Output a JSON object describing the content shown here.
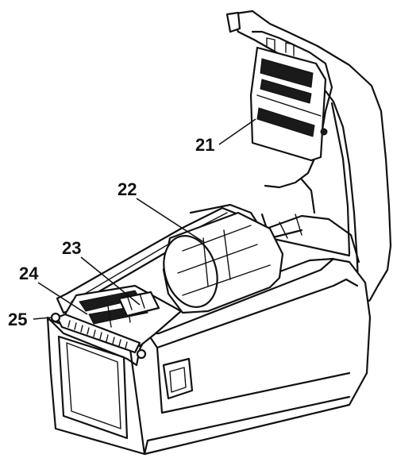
{
  "figure": {
    "callouts": [
      {
        "id": "21",
        "label": "21"
      },
      {
        "id": "22",
        "label": "22"
      },
      {
        "id": "23",
        "label": "23"
      },
      {
        "id": "24",
        "label": "24"
      },
      {
        "id": "25",
        "label": "25"
      }
    ],
    "colors": {
      "ink": "#111111",
      "paper": "#ffffff"
    }
  }
}
